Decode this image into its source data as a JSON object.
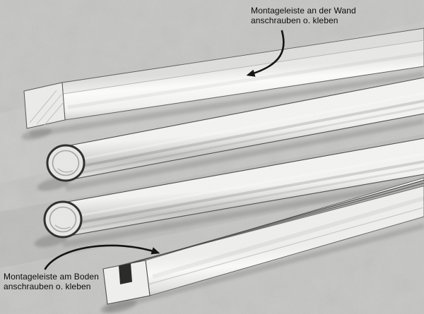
{
  "illustration": {
    "description": "Hand-drawn technical sketch: four diagonal rails (square wall mounting strip, two round rods, U-channel floor mounting strip) on a speckled concrete background",
    "parts": [
      "square mounting strip (wall rail)",
      "round rod (upper)",
      "round rod (lower)",
      "U-channel mounting strip (floor rail)"
    ]
  },
  "annotations": {
    "wall": {
      "line1": "Montageleiste an der Wand",
      "line2": "anschrauben o. kleben"
    },
    "floor": {
      "line1": "Montageleiste am Boden",
      "line2": "anschrauben o. kleben"
    }
  },
  "colors": {
    "background": "#c6c6c4",
    "ink": "#141414",
    "rail_white": "#fbfbfa"
  }
}
